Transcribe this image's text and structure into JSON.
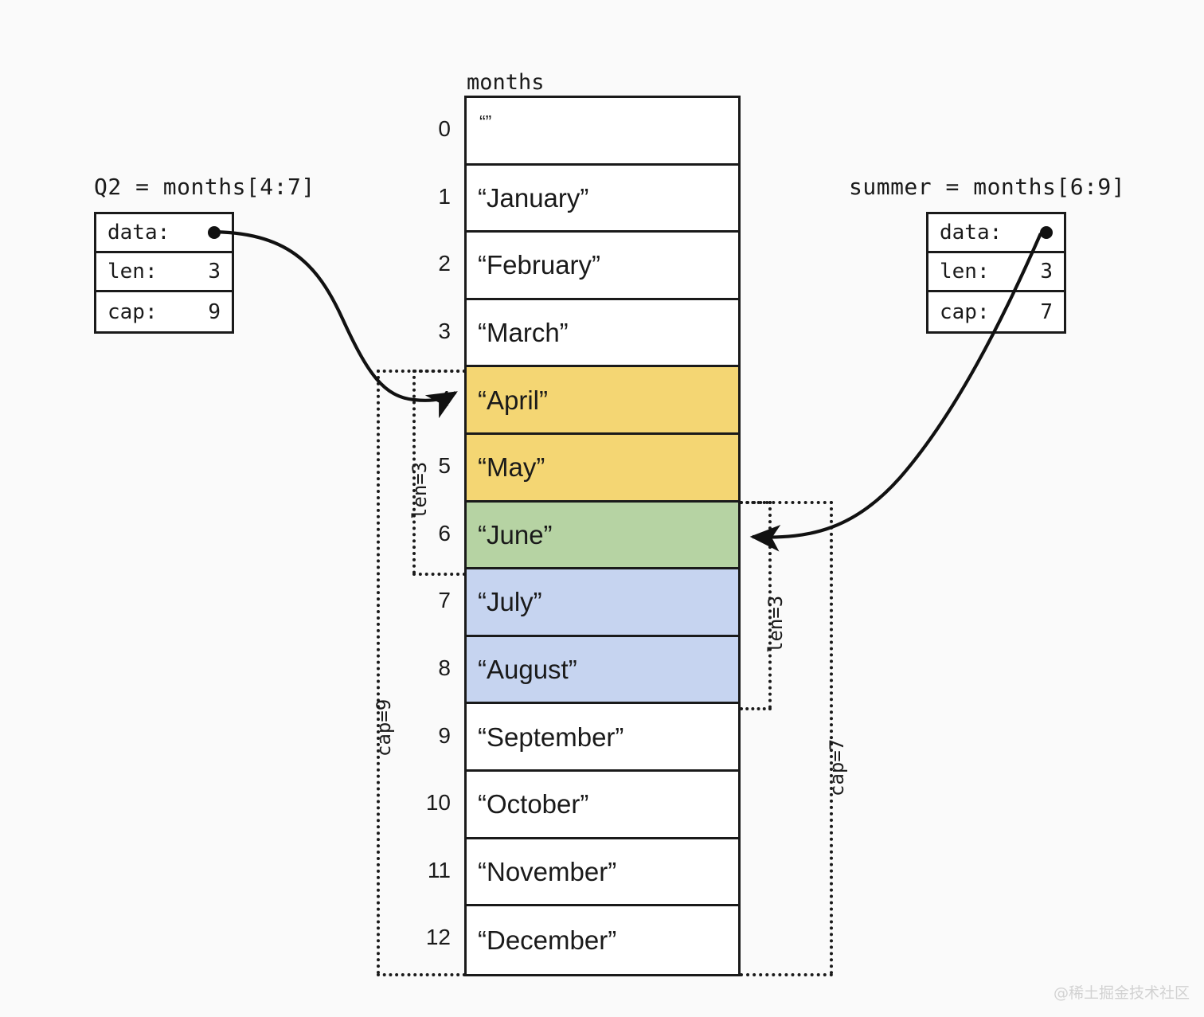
{
  "background_color": "#fafafa",
  "array": {
    "caption": "months",
    "indices": [
      "0",
      "1",
      "2",
      "3",
      "4",
      "5",
      "6",
      "7",
      "8",
      "9",
      "10",
      "11",
      "12"
    ],
    "cells": [
      {
        "index": "0",
        "value": "“”",
        "highlight": "none"
      },
      {
        "index": "1",
        "value": "“January”",
        "highlight": "none"
      },
      {
        "index": "2",
        "value": "“February”",
        "highlight": "none"
      },
      {
        "index": "3",
        "value": "“March”",
        "highlight": "none"
      },
      {
        "index": "4",
        "value": "“April”",
        "highlight": "yellow"
      },
      {
        "index": "5",
        "value": "“May”",
        "highlight": "yellow"
      },
      {
        "index": "6",
        "value": "“June”",
        "highlight": "green"
      },
      {
        "index": "7",
        "value": "“July”",
        "highlight": "blue"
      },
      {
        "index": "8",
        "value": "“August”",
        "highlight": "blue"
      },
      {
        "index": "9",
        "value": "“September”",
        "highlight": "none"
      },
      {
        "index": "10",
        "value": "“October”",
        "highlight": "none"
      },
      {
        "index": "11",
        "value": "“November”",
        "highlight": "none"
      },
      {
        "index": "12",
        "value": "“December”",
        "highlight": "none"
      }
    ],
    "highlight_colors": {
      "yellow": "#f4d673",
      "green": "#b6d3a3",
      "blue": "#c6d4f0",
      "none": "#ffffff"
    }
  },
  "slices": {
    "q2": {
      "title": "Q2 = months[4:7]",
      "fields": [
        {
          "key": "data:",
          "value": ""
        },
        {
          "key": "len:",
          "value": "3"
        },
        {
          "key": "cap:",
          "value": "9"
        }
      ],
      "points_to_index": "4",
      "len_bracket_label": "len=3",
      "cap_bracket_label": "cap=9"
    },
    "summer": {
      "title": "summer = months[6:9]",
      "fields": [
        {
          "key": "data:",
          "value": ""
        },
        {
          "key": "len:",
          "value": "3"
        },
        {
          "key": "cap:",
          "value": "7"
        }
      ],
      "points_to_index": "6",
      "len_bracket_label": "len=3",
      "cap_bracket_label": "cap=7"
    }
  },
  "watermark": "@稀土掘金技术社区"
}
